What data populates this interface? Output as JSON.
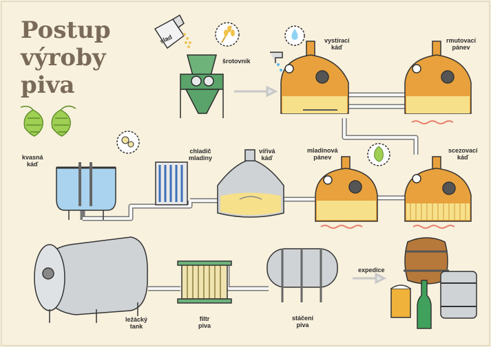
{
  "title": {
    "line1": "Postup",
    "line2": "výroby",
    "line3": "piva"
  },
  "labels": {
    "slad": "slad",
    "srotovnik": "šrotovník",
    "vystiraci_kad_1": "vystírací",
    "vystiraci_kad_2": "káď",
    "rmutovaci_panev_1": "rmutovací",
    "rmutovaci_panev_2": "pánev",
    "kvasna_kad_1": "kvasná",
    "kvasna_kad_2": "káď",
    "chladic_1": "chladič",
    "chladic_2": "mladiny",
    "vireva_kad_1": "vířivá",
    "vireva_kad_2": "káď",
    "mladinova_panev_1": "mladinová",
    "mladinova_panev_2": "pánev",
    "scezovaci_kad_1": "scezovací",
    "scezovaci_kad_2": "káď",
    "lezacky_tank_1": "ležácký",
    "lezacky_tank_2": "tank",
    "filtr_piva_1": "filtr",
    "filtr_piva_2": "piva",
    "staceni_piva_1": "stáčení",
    "staceni_piva_2": "piva",
    "expedice": "expedice"
  },
  "colors": {
    "background": "#f8f1de",
    "title": "#7a6a58",
    "copper": "#e8a13c",
    "copper_dark": "#b86e1e",
    "wort": "#f7e08a",
    "hops_green": "#8cc63f",
    "pipe": "#f4f4f4",
    "steel": "#cfd3d6",
    "fermenter_blue": "#a9d3ee",
    "mill_green": "#5aa36a",
    "heat_wave": "#e8826f"
  }
}
